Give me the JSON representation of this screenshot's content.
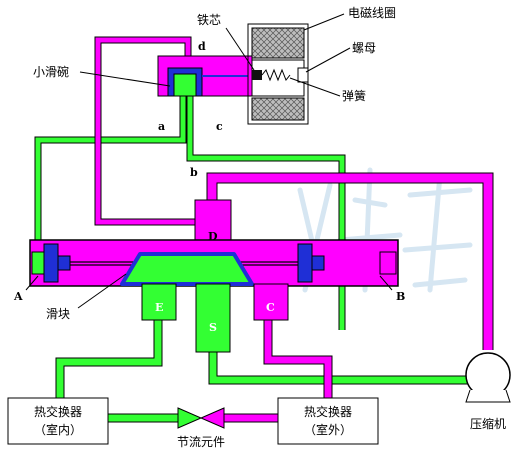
{
  "labels": {
    "iron_core": "铁芯",
    "solenoid_coil": "电磁线圈",
    "small_slide_bowl": "小滑碗",
    "nut": "螺母",
    "spring": "弹簧",
    "port_a": "a",
    "port_b_small": "b",
    "port_c_small": "c",
    "port_d_small": "d",
    "port_D": "D",
    "port_E": "E",
    "port_S": "S",
    "port_C": "C",
    "end_A": "A",
    "end_B": "B",
    "slider": "滑块",
    "heat_exchanger_indoor_line1": "热交换器",
    "heat_exchanger_indoor_line2": "（室内）",
    "heat_exchanger_outdoor_line1": "热交换器",
    "heat_exchanger_outdoor_line2": "（室外）",
    "throttle": "节流元件",
    "compressor": "压缩机"
  },
  "colors": {
    "high_pressure": "#ff00ff",
    "low_pressure": "#33ff33",
    "pipe_outline": "#000000",
    "piston_blue": "#1f2fd6",
    "coil_gray": "#9a9a9a",
    "watermark": "#d6e6f2"
  }
}
